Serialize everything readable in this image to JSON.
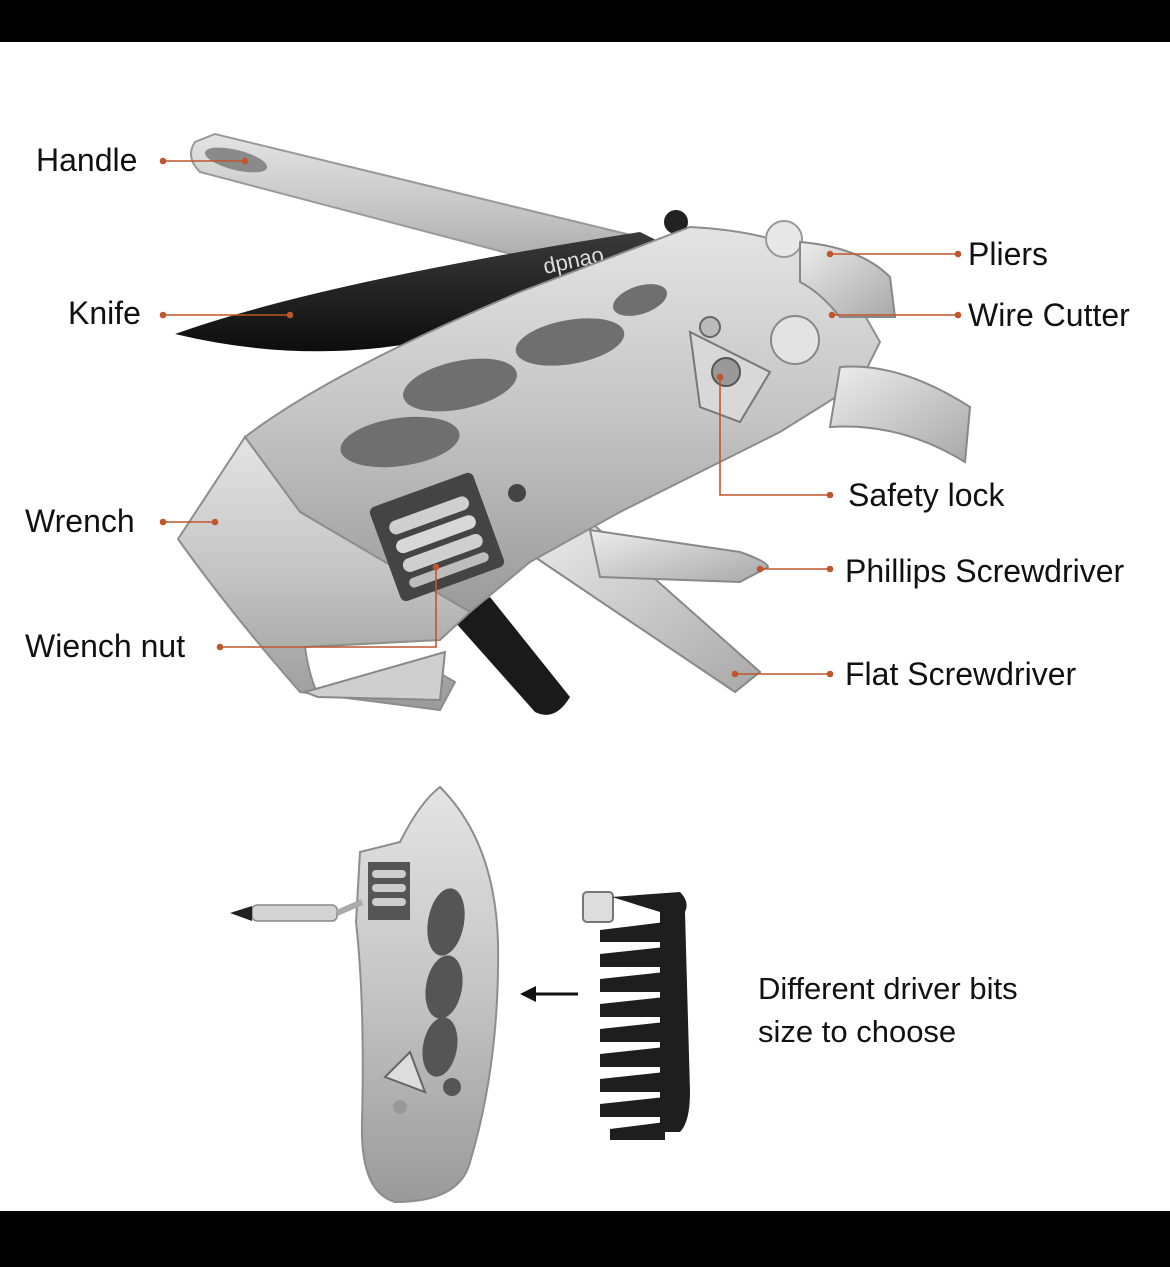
{
  "brand": "dpnao",
  "labels": {
    "handle": "Handle",
    "knife": "Knife",
    "wrench": "Wrench",
    "wrench_nut": "Wiench nut",
    "pliers": "Pliers",
    "wire_cutter": "Wire Cutter",
    "safety_lock": "Safety lock",
    "phillips": "Phillips Screwdriver",
    "flat": "Flat Screwdriver"
  },
  "caption": {
    "line1": "Different driver bits",
    "line2": "size to choose"
  },
  "colors": {
    "leader": "#c0562c",
    "steel": "#c9c9c9",
    "steel_dark": "#8d8d8d",
    "blade": "#1b1b1b"
  }
}
